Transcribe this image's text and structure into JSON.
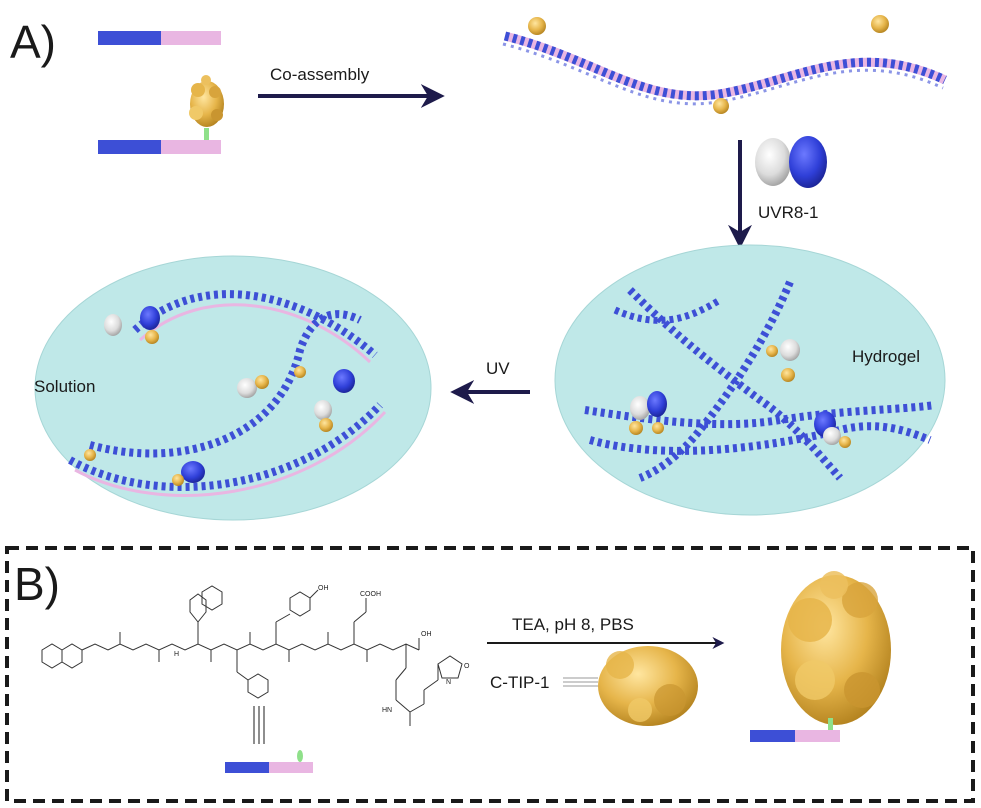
{
  "panel_a": {
    "label": "A)",
    "arrow_coassembly": "Co-assembly",
    "arrow_uvr8": "UVR8-1",
    "arrow_uv": "UV",
    "state_solution": "Solution",
    "state_hydrogel": "Hydrogel"
  },
  "panel_b": {
    "label": "B)",
    "reaction_conditions": "TEA, pH  8, PBS",
    "protein_label": "C-TIP-1",
    "chem_oh": "OH",
    "chem_cooh": "COOH",
    "chem_oh2": "OH",
    "chem_o": "O",
    "chem_n": "N",
    "chem_hn": "HN",
    "chem_h": "H"
  },
  "colors": {
    "peptide_blue": "#3d4fd6",
    "peptide_pink": "#e9b6e2",
    "protein_gold": "#e6b54a",
    "uvr8_blue": "#2f3fd8",
    "uvr8_white": "#e4e4e4",
    "bubble": "#bfe8e8",
    "arrow": "#1e1b4b",
    "linker_green": "#8fe08a"
  }
}
